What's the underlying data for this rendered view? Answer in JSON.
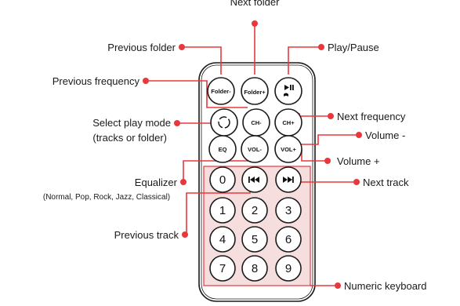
{
  "labels": {
    "next_folder": "Next folder",
    "previous_folder": "Previous folder",
    "play_pause": "Play/Pause",
    "previous_frequency": "Previous frequency",
    "next_frequency": "Next frequency",
    "select_play_mode_line1": "Select play mode",
    "select_play_mode_line2": "(tracks or folder)",
    "volume_down": "Volume -",
    "volume_up": "Volume +",
    "equalizer": "Equalizer",
    "equalizer_modes": "(Normal, Pop, Rock, Jazz, Classical)",
    "next_track": "Next track",
    "previous_track": "Previous track",
    "numeric_keyboard": "Numeric keyboard"
  },
  "buttons": {
    "folder_minus": "Folder-",
    "folder_plus": "Folder+",
    "ch_minus": "CH-",
    "ch_plus": "CH+",
    "eq": "EQ",
    "vol_minus": "VOL-",
    "vol_plus": "VOL+",
    "keys": [
      "0",
      "1",
      "2",
      "3",
      "4",
      "5",
      "6",
      "7",
      "8",
      "9"
    ]
  },
  "colors": {
    "callout": "#e8383d",
    "keypad_highlight": "#f6dede",
    "outline": "#1a1a1a"
  },
  "icons": {
    "play_pause": "play-pause-icon",
    "mode": "cycle-icon",
    "previous_track": "previous-track-icon",
    "next_track": "next-track-icon"
  }
}
